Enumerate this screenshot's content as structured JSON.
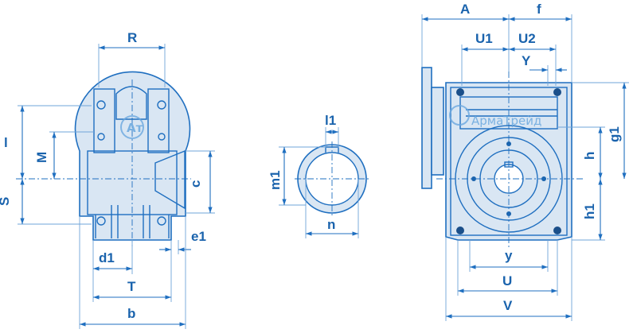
{
  "watermark": {
    "text": "АрмаТрейд"
  },
  "dimensions": {
    "R": "R",
    "l": "l",
    "M": "M",
    "S": "S",
    "c": "c",
    "d1": "d1",
    "T": "T",
    "b": "b",
    "e1": "e1",
    "l1": "l1",
    "m1": "m1",
    "n": "n",
    "A": "A",
    "f": "f",
    "U1": "U1",
    "U2": "U2",
    "Y": "Y",
    "g1": "g1",
    "h": "h",
    "h1": "h1",
    "y": "y",
    "U": "U",
    "V": "V"
  },
  "colors": {
    "line": "#1f6fc0",
    "fill": "#d9e6f3",
    "text": "#1a63ad"
  }
}
